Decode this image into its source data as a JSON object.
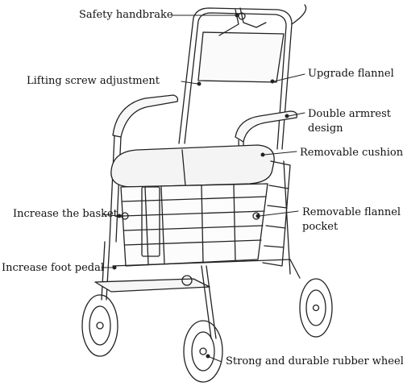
{
  "labels": {
    "safety_handbrake": "Safety handbrake",
    "lifting_screw": "Lifting screw adjustment",
    "upgrade_flannel": "Upgrade flannel",
    "double_armrest_1": "Double armrest",
    "double_armrest_2": "design",
    "removable_cushion": "Removable cushion",
    "increase_basket": "Increase the basket",
    "removable_pocket_1": "Removable flannel",
    "removable_pocket_2": "pocket",
    "increase_pedal": "Increase foot pedal",
    "rubber_wheels": "Strong and durable rubber wheels"
  },
  "colors": {
    "line": "#222222",
    "background": "#ffffff"
  }
}
